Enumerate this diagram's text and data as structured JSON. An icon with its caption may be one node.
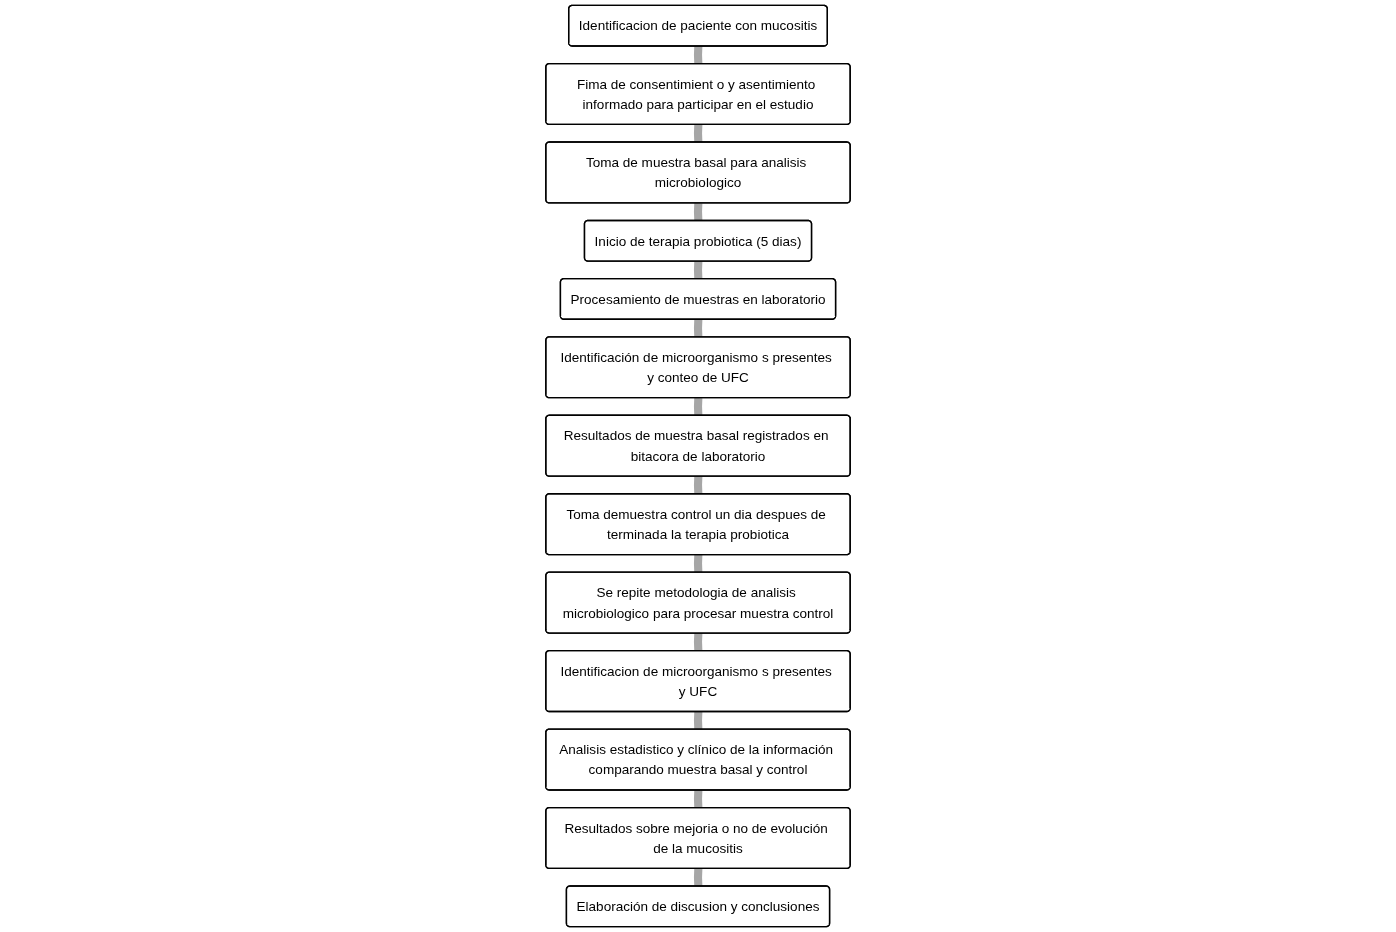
{
  "diagram": {
    "nodes": [
      {
        "text": [
          "Identificacion de paciente con mucositis"
        ]
      },
      {
        "text": [
          "Fima de consentimient o y asentimiento informado para participar en el estudio"
        ]
      },
      {
        "text": [
          "Toma de muestra basal para analisis microbiologico"
        ]
      },
      {
        "text": [
          "Inicio de terapia probiotica (5 dias)"
        ]
      },
      {
        "text": [
          "Procesamiento de muestras en laboratorio"
        ]
      },
      {
        "text": [
          "Identificación de microorganismo s presentes y conteo de UFC"
        ]
      },
      {
        "text": [
          "Resultados de muestra basal registrados en bitacora de laboratorio"
        ]
      },
      {
        "text": [
          "Toma demuestra control un dia despues de terminada la terapia probiotica"
        ]
      },
      {
        "text": [
          "Se repite metodologia de analisis microbiologico para procesar muestra control"
        ]
      },
      {
        "text": [
          "Identificacion de microorganismo s presentes y UFC"
        ]
      },
      {
        "text": [
          "Analisis estadistico y clínico de la información comparando muestra basal y control"
        ]
      },
      {
        "text": [
          "Resultados sobre mejoria o no de evolución de la mucositis"
        ]
      },
      {
        "text": [
          "Elaboración de discusion y conclusiones"
        ]
      }
    ],
    "edges": [
      {
        "from": 0,
        "to": 1,
        "arrow": "none"
      },
      {
        "from": 1,
        "to": 2,
        "arrow": "none"
      },
      {
        "from": 2,
        "to": 3,
        "arrow": "none"
      },
      {
        "from": 3,
        "to": 4,
        "arrow": "none"
      },
      {
        "from": 4,
        "to": 5,
        "arrow": "none"
      },
      {
        "from": 5,
        "to": 6,
        "arrow": "none"
      },
      {
        "from": 6,
        "to": 7,
        "arrow": "none"
      },
      {
        "from": 7,
        "to": 8,
        "arrow": "none"
      },
      {
        "from": 8,
        "to": 9,
        "arrow": "none"
      },
      {
        "from": 9,
        "to": 10,
        "arrow": "none"
      },
      {
        "from": 10,
        "to": 11,
        "arrow": "none"
      },
      {
        "from": 11,
        "to": 12,
        "arrow": "none"
      }
    ]
  }
}
